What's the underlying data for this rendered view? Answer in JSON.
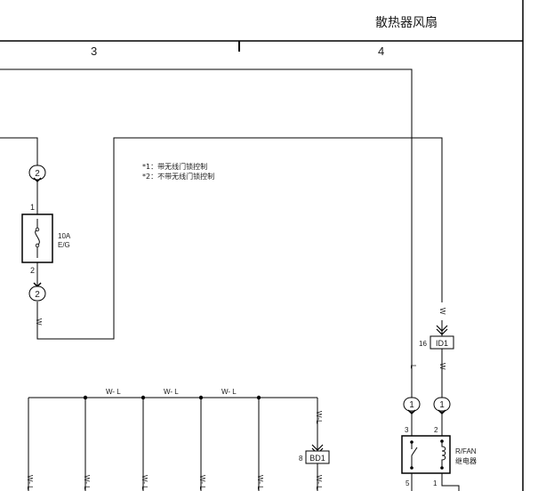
{
  "header": {
    "title": "散热器风扇",
    "col_3": "3",
    "col_4": "4"
  },
  "notes": {
    "note_1": "*1：带无线门锁控制",
    "note_2": "*2：不带无线门锁控制"
  },
  "fuse": {
    "rating": "10A",
    "name": "E/G",
    "pin_top": "1",
    "pin_bottom": "2"
  },
  "connectors": {
    "conn_2_top": "2",
    "conn_2_bottom": "2",
    "id1_label": "ID1",
    "id1_pin": "16",
    "bd1_label": "BD1",
    "bd1_pin": "8",
    "conn_1_left": "1",
    "conn_1_right": "1"
  },
  "wires": {
    "w_fuse": "W",
    "w_right_upper": "W",
    "w_right_lower": "W",
    "l_right": "L",
    "wl_1": "W- L",
    "wl_2": "W- L",
    "wl_3": "W- L",
    "wl_vert": "W-L",
    "wl_bottom": "W- L"
  },
  "relay": {
    "name": "R/FAN",
    "subtitle": "继电器",
    "pin_3": "3",
    "pin_2": "2",
    "pin_5": "5",
    "pin_1": "1"
  }
}
